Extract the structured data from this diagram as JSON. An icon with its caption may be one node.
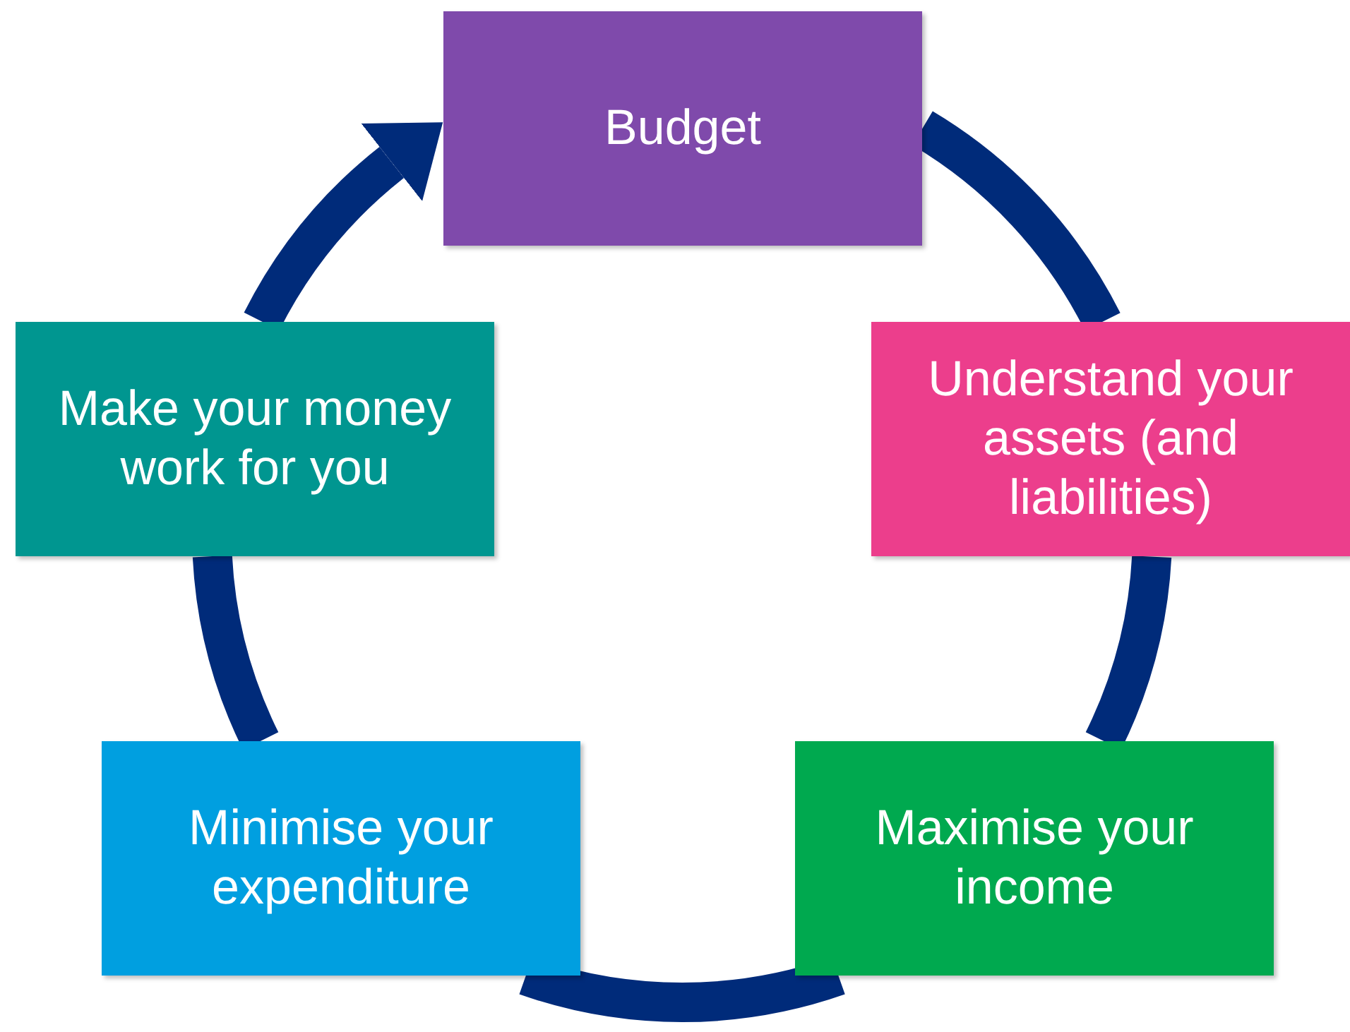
{
  "diagram": {
    "nodes": [
      {
        "text": [
          "Budget"
        ]
      },
      {
        "text": [
          "Understand your assets (and liabilities)"
        ]
      },
      {
        "text": [
          "Maximise your income"
        ]
      },
      {
        "text": [
          "Minimise your expenditure"
        ]
      },
      {
        "text": [
          "Make your money work for you"
        ]
      }
    ],
    "edges": [
      {
        "from": 0,
        "to": 1,
        "arrow": "none"
      },
      {
        "from": 1,
        "to": 2,
        "arrow": "none"
      },
      {
        "from": 2,
        "to": 3,
        "arrow": "none"
      },
      {
        "from": 3,
        "to": 4,
        "arrow": "none"
      },
      {
        "from": 4,
        "to": 0,
        "arrow": "to"
      }
    ]
  }
}
